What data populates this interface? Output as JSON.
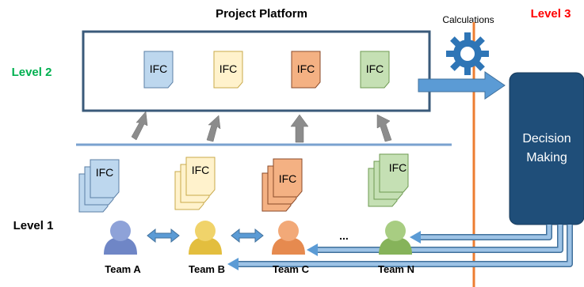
{
  "header": {
    "platform_title": "Project Platform",
    "calculations_label": "Calculations",
    "level3_label": "Level 3"
  },
  "levels": {
    "level2": "Level 2",
    "level1": "Level 1"
  },
  "ifc_label": "IFC",
  "ellipsis": "...",
  "decision": {
    "line1": "Decision",
    "line2": "Making"
  },
  "teams": [
    {
      "label": "Team A",
      "color": "#6f86c6"
    },
    {
      "label": "Team B",
      "color": "#e3be3e"
    },
    {
      "label": "Team C",
      "color": "#e68a4f"
    },
    {
      "label": "Team N",
      "color": "#86b35a"
    }
  ],
  "colors": {
    "platform_border": "#3a5a7a",
    "arrow_blue": "#5b9bd5",
    "arrow_gray": "#888888",
    "decision_fill": "#1f4e79",
    "vertical_line": "#ed7d31",
    "level2_text": "#00b050",
    "level3_text": "#ff0000",
    "gear": "#2e75b6",
    "doc_blue": "#bdd7ee",
    "doc_yellow": "#fff2cc",
    "doc_orange": "#f4b183",
    "doc_green": "#c5e0b4"
  }
}
